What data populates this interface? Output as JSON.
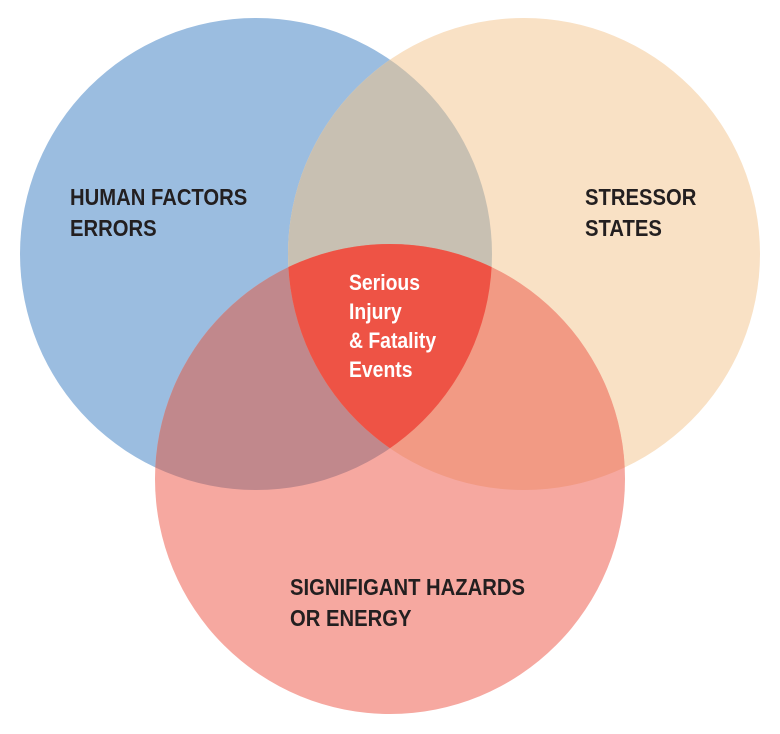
{
  "colors": {
    "human_factors": "#9BBDE0",
    "stressor": "#F9E1C5",
    "hazards": "#F6A8A0",
    "human_stressor": "#C8C0B2",
    "human_hazards": "#C1888C",
    "stressor_hazards": "#F29A84",
    "center": "#EE5345"
  },
  "sets": {
    "human_factors": [
      "HUMAN FACTORS",
      "ERRORS"
    ],
    "stressor": [
      "STRESSOR",
      "STATES"
    ],
    "hazards": [
      "SIGNIFIGANT HAZARDS",
      "OR ENERGY"
    ]
  },
  "intersection": [
    "Serious",
    "Injury",
    "& Fatality",
    "Events"
  ]
}
